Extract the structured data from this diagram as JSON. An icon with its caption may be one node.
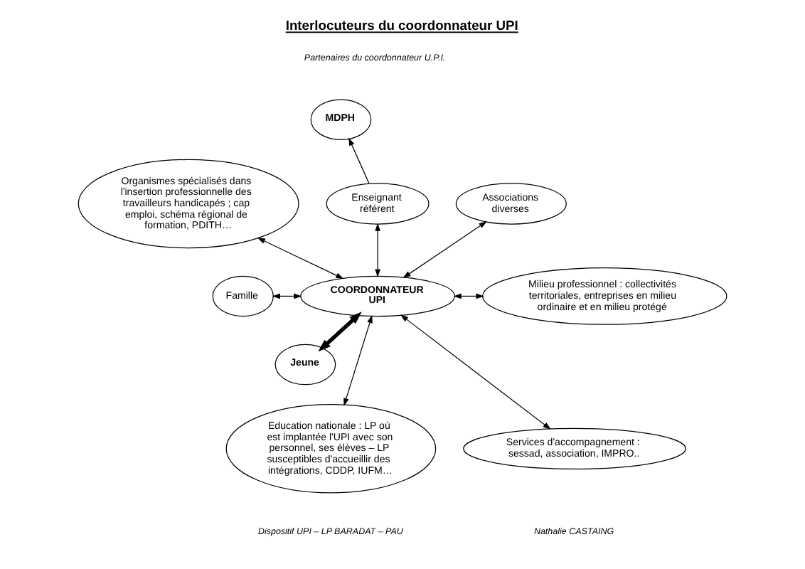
{
  "diagram": {
    "title": "Interlocuteurs du coordonnateur UPI",
    "nodes": [
      {
        "text": [
          "MDPH"
        ]
      },
      {
        "text": [
          "Enseignant référent"
        ]
      },
      {
        "text": [
          "Organismes spécialisés dans l'insertion professionnelle des travailleurs handicapés ; cap emploi, schéma régional de formation, PDITH…"
        ]
      },
      {
        "text": [
          "Associations diverses"
        ]
      },
      {
        "text": [
          "COORDONNATEUR UPI"
        ]
      },
      {
        "text": [
          "Famille"
        ]
      },
      {
        "text": [
          "Milieu professionnel : collectivités territoriales, entreprises en milieu ordinaire et en milieu protégé"
        ]
      },
      {
        "text": [
          "Jeune"
        ]
      },
      {
        "text": [
          "Education nationale : LP où est implantée l'UPI avec son personnel, ses élèves – LP susceptibles d'accueillir des intégrations, CDDP, IUFM…"
        ]
      },
      {
        "text": [
          "Services d'accompagnement : sessad, association, IMPRO.."
        ]
      }
    ],
    "edges": [
      {
        "from": 1,
        "to": 0,
        "arrow": "to"
      },
      {
        "from": 2,
        "to": 4,
        "arrow": "both"
      },
      {
        "from": 1,
        "to": 4,
        "arrow": "both"
      },
      {
        "from": 3,
        "to": 4,
        "arrow": "both"
      },
      {
        "from": 5,
        "to": 4,
        "arrow": "both"
      },
      {
        "from": 4,
        "to": 6,
        "arrow": "both"
      },
      {
        "from": 4,
        "to": 7,
        "arrow": "both",
        "style": "thick"
      },
      {
        "from": 4,
        "to": 8,
        "arrow": "both"
      },
      {
        "from": 4,
        "to": 9,
        "arrow": "both"
      }
    ],
    "labels": [
      "Partenaires du coordonnateur U.P.I.",
      "Dispositif UPI – LP BARADAT – PAU",
      "Nathalie CASTAING"
    ]
  }
}
